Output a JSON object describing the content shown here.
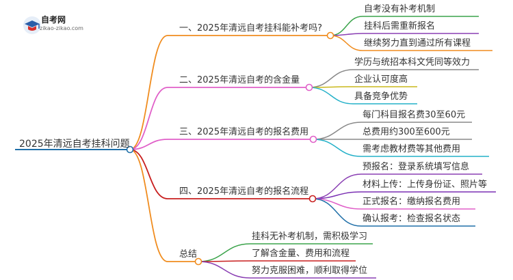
{
  "logo": {
    "title": "自考网",
    "url": "zikao-zikao.com",
    "text_color": "#222222",
    "accent": "#2b5ea8"
  },
  "root": {
    "label": "2025年清远自考挂科问题",
    "color": "#1f6fa8"
  },
  "branches": [
    {
      "label": "一、2025年清远自考挂科能补考吗?",
      "color": "#f08c1e",
      "children": [
        {
          "label": "自考没有补考机制",
          "color": "#3aa34a"
        },
        {
          "label": "挂科后需重新报名",
          "color": "#8a3fb3"
        },
        {
          "label": "继续努力直到通过所有课程",
          "color": "#f08c1e"
        }
      ]
    },
    {
      "label": "二、2025年清远自考的含金量",
      "color": "#e05fc8",
      "children": [
        {
          "label": "学历与统招本科文凭同等效力",
          "color": "#888888"
        },
        {
          "label": "企业认可度高",
          "color": "#c9b81a"
        },
        {
          "label": "具备竞争优势",
          "color": "#22b0c8"
        }
      ]
    },
    {
      "label": "三、2025年清远自考的报名费用",
      "color": "#e05fc8",
      "children": [
        {
          "label": "每门科目报名费30至60元",
          "color": "#888888"
        },
        {
          "label": "总费用约300至600元",
          "color": "#888888"
        },
        {
          "label": "需考虑教材费等其他费用",
          "color": "#22b0c8"
        }
      ]
    },
    {
      "label": "四、2025年清远自考的报名流程",
      "color": "#c81e1e",
      "children": [
        {
          "label": "预报名：登录系统填写信息",
          "color": "#8a3fb3"
        },
        {
          "label": "材料上传：上传身份证、照片等",
          "color": "#7a2fb3"
        },
        {
          "label": "正式报名：缴纳报名费用",
          "color": "#e05fc8"
        },
        {
          "label": "确认报考：检查报名状态",
          "color": "#1f6fa8"
        }
      ]
    },
    {
      "label": "总结",
      "color": "#f08c1e",
      "children": [
        {
          "label": "挂科无补考机制，需积极学习",
          "color": "#3aa34a"
        },
        {
          "label": "了解含金量、费用和流程",
          "color": "#c81e1e"
        },
        {
          "label": "努力克服困难，顺利取得学位",
          "color": "#8a3fb3"
        }
      ]
    }
  ]
}
